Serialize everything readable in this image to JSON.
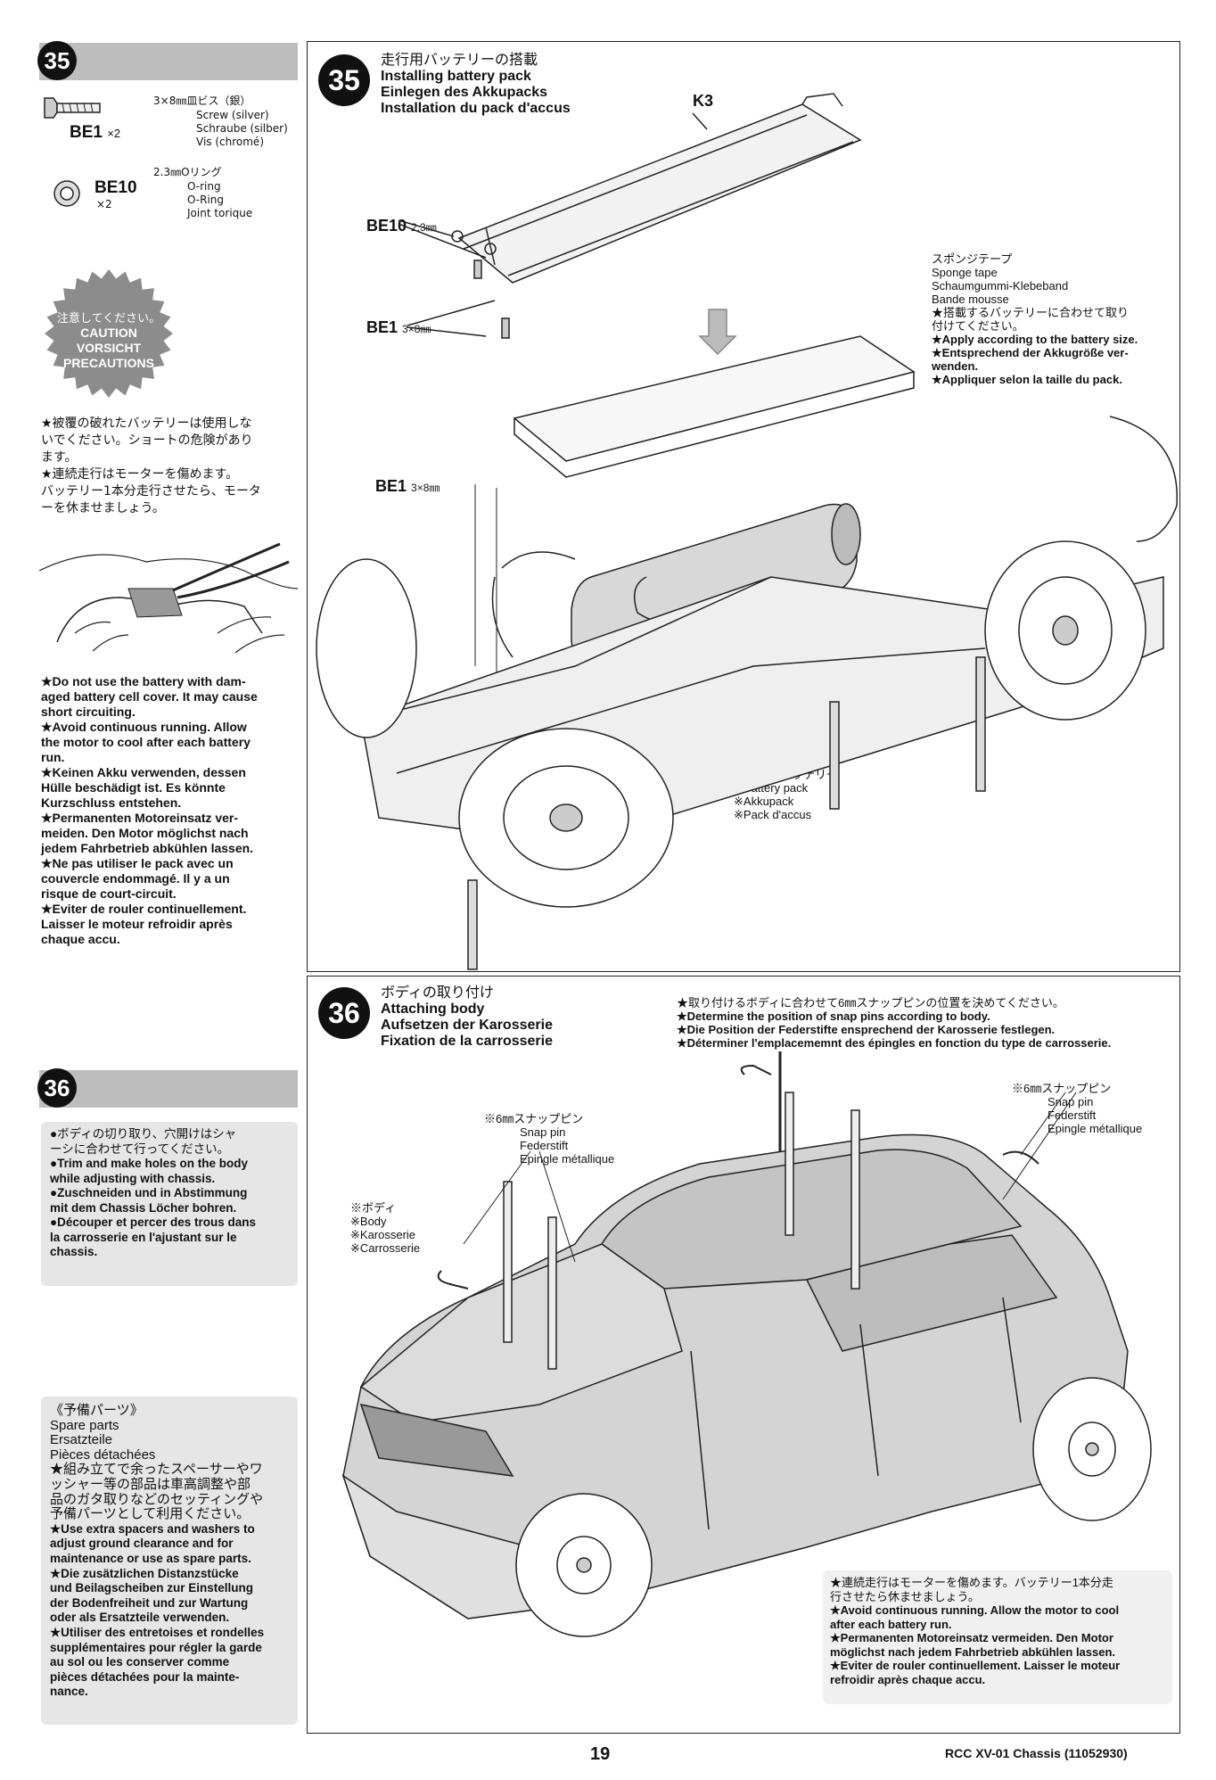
{
  "step35": {
    "number": "35",
    "parts": [
      {
        "code": "BE1",
        "qty": "×2",
        "jp": "3×8㎜皿ビス（銀）",
        "names": [
          "Screw (silver)",
          "Schraube (silber)",
          "Vis (chromé)"
        ]
      },
      {
        "code": "BE10",
        "qty": "×2",
        "jp": "2.3㎜Oリング",
        "names": [
          "O-ring",
          "O-Ring",
          "Joint torique"
        ]
      }
    ],
    "caution_badge": [
      "注意してください。",
      "CAUTION",
      "VORSICHT",
      "PRECAUTIONS"
    ],
    "caution_jp": [
      "★被覆の破れたバッテリーは使用しな",
      "いでください。ショートの危険があり",
      "ます。",
      "★連続走行はモーターを傷めます。",
      "バッテリー1本分走行させたら、モータ",
      "ーを休ませましょう。"
    ],
    "caution_en": [
      "★Do not use the battery with dam-",
      "aged battery cell cover. It may cause",
      "short circuiting.",
      "★Avoid continuous running. Allow",
      "the motor to cool after each battery",
      "run.",
      "★Keinen Akku verwenden, dessen",
      "Hülle beschädigt ist. Es könnte",
      "Kurzschluss entstehen.",
      "★Permanenten Motoreinsatz ver-",
      "meiden. Den Motor möglichst nach",
      "jedem Fahrbetrieb abkühlen lassen.",
      "★Ne pas utiliser le pack avec un",
      "couvercle endommagé. Il y a un",
      "risque de court-circuit.",
      "★Eviter de rouler continuellement.",
      "Laisser le moteur refroidir après",
      "chaque accu."
    ],
    "title": [
      "走行用バッテリーの搭載",
      "Installing battery pack",
      "Einlegen des Akkupacks",
      "Installation du pack d'accus"
    ],
    "k3": "K3",
    "be10_label": "BE10",
    "be10_size": "2.3㎜",
    "be1_label": "BE1",
    "be1_size": "3×8㎜",
    "sponge": [
      "スポンジテープ",
      "Sponge tape",
      "Schaumgummi-Klebeband",
      "Bande mousse",
      "★搭載するバッテリーに合わせて取り",
      "付けてください。",
      "★Apply according to the battery size.",
      "★Entsprechend der Akkugröße ver-",
      "wenden.",
      "★Appliquer selon la taille du pack."
    ],
    "battery": [
      "※走行用バッテリー",
      "※Battery pack",
      "※Akkupack",
      "※Pack d'accus"
    ]
  },
  "step36": {
    "number": "36",
    "side_notes": [
      "●ボディの切り取り、穴開けはシャ",
      "ーシに合わせて行ってください。",
      "●Trim and make holes on the body",
      "while adjusting with chassis.",
      "●Zuschneiden und in Abstimmung",
      "mit dem Chassis Löcher bohren.",
      "●Découper et percer des trous dans",
      "la carrosserie en l'ajustant sur le",
      "chassis."
    ],
    "title": [
      "ボディの取り付け",
      "Attaching body",
      "Aufsetzen der Karosserie",
      "Fixation de la carrosserie"
    ],
    "instructions": [
      "★取り付けるボディに合わせて6㎜スナップピンの位置を決めてください。",
      "★Determine the position of snap pins according to body.",
      "★Die Position der Federstifte ensprechend der Karosserie festlegen.",
      "★Déterminer l'emplacememnt des épingles en fonction du type de carrosserie."
    ],
    "snap_left": [
      "※6㎜スナップピン",
      "Snap pin",
      "Federstift",
      "Epingle métallique"
    ],
    "snap_right": [
      "※6㎜スナップピン",
      "Snap pin",
      "Federstift",
      "Epingle métallique"
    ],
    "body": [
      "※ボディ",
      "※Body",
      "※Karosserie",
      "※Carrosserie"
    ],
    "bottom_note": [
      "★連続走行はモーターを傷めます。バッテリー1本分走",
      "行させたら休ませましょう。",
      "★Avoid continuous running. Allow the motor to cool",
      "after each battery run.",
      "★Permanenten Motoreinsatz vermeiden. Den Motor",
      "möglichst nach jedem Fahrbetrieb abkühlen lassen.",
      "★Eviter de rouler continuellement. Laisser le moteur",
      "refroidir après chaque accu."
    ]
  },
  "spare": [
    "《予備パーツ》",
    "Spare parts",
    "Ersatzteile",
    "Pièces détachées",
    "★組み立てで余ったスペーサーやワ",
    "ッシャー等の部品は車高調整や部",
    "品のガタ取りなどのセッティングや",
    "予備パーツとして利用ください。",
    "★Use extra spacers and washers to",
    "adjust ground clearance and for",
    "maintenance or use as spare parts.",
    "★Die zusätzlichen Distanzstücke",
    "und Beilagscheiben zur Einstellung",
    "der Bodenfreiheit und zur Wartung",
    "oder als Ersatzteile verwenden.",
    "★Utiliser des entretoises et rondelles",
    "supplémentaires pour régler la garde",
    "au sol ou les conserver comme",
    "pièces détachées pour la mainte-",
    "nance."
  ],
  "footer": {
    "page": "19",
    "title": "RCC XV-01 Chassis (11052930)"
  }
}
